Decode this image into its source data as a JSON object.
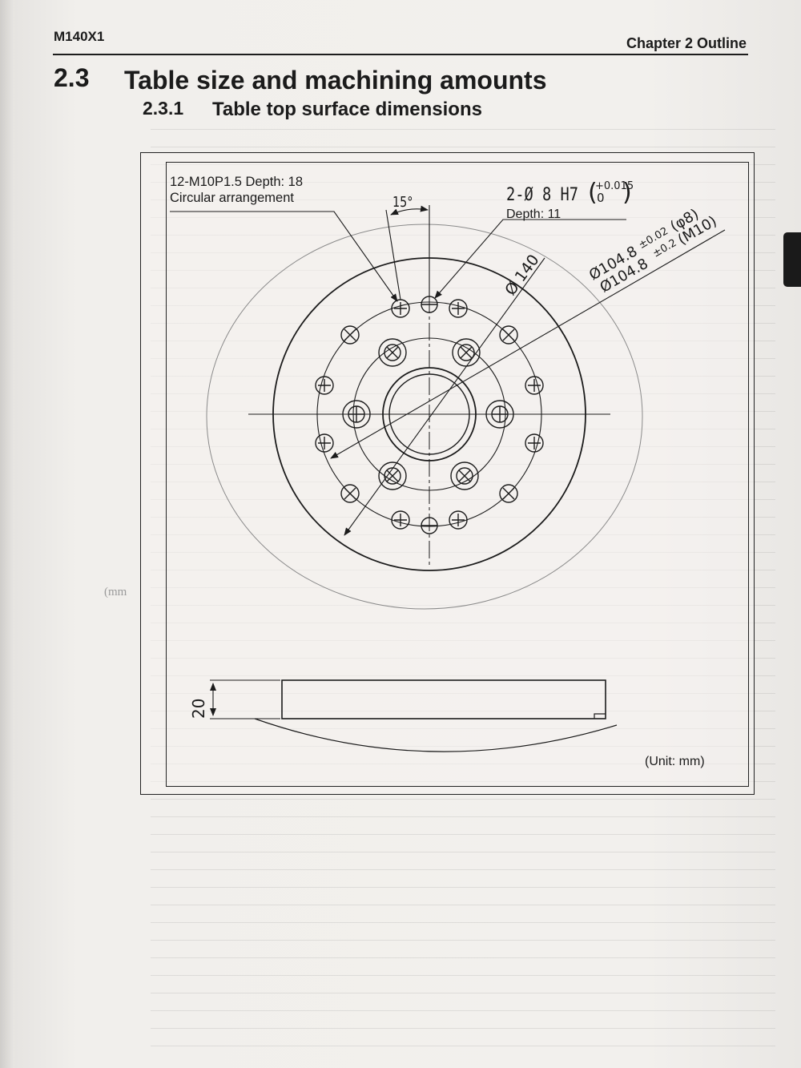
{
  "header": {
    "model": "M140X1",
    "chapter": "Chapter 2 Outline"
  },
  "section": {
    "number": "2.3",
    "title": "Table size and machining amounts"
  },
  "subsection": {
    "number": "2.3.1",
    "title": "Table top surface dimensions"
  },
  "side_label": "(mm",
  "drawing": {
    "hole_note_line1": "12-M10P1.5   Depth: 18",
    "hole_note_line2": "Circular arrangement",
    "pin_note": "2-Ø 8   H7",
    "pin_tolerance_upper": "+0.015",
    "pin_tolerance_lower": "0",
    "pin_depth": "Depth: 11",
    "angle": "15°",
    "dia_140": "Ø 140",
    "dia_pin_circle": "Ø104.8",
    "dia_pin_tol": "±0.02",
    "dia_pin_size": "(φ8)",
    "dia_tap_circle": "Ø104.8",
    "dia_tap_tol": "±0.2",
    "dia_tap_size": "(M10)",
    "height": "20",
    "unit": "(Unit: mm)"
  },
  "colors": {
    "ink": "#1b1b1b",
    "paper": "#f1efec"
  }
}
